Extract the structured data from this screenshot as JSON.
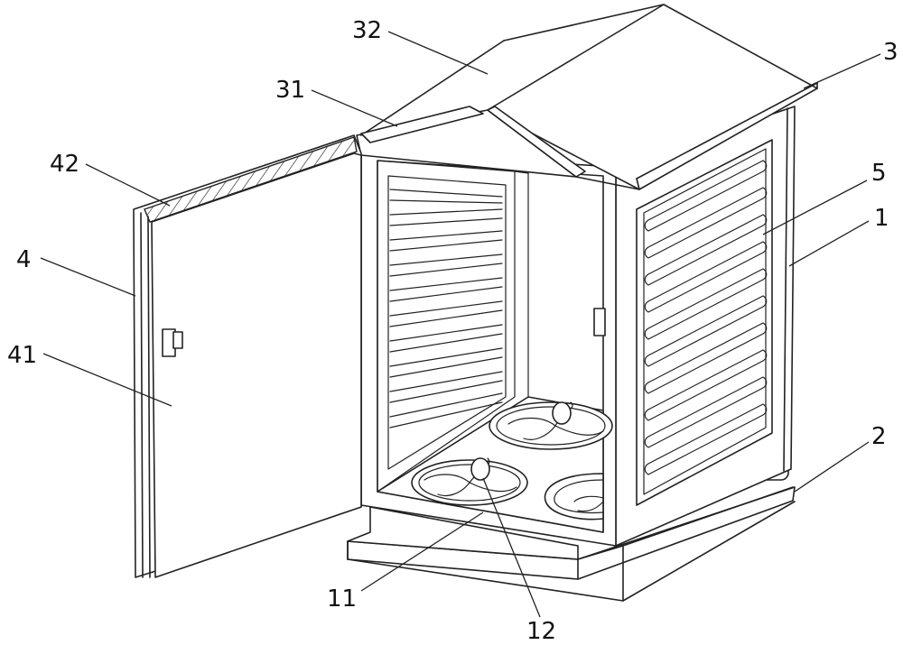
{
  "figure": {
    "labels": {
      "l32": "32",
      "l3": "3",
      "l31": "31",
      "l42": "42",
      "l5": "5",
      "l1": "1",
      "l4": "4",
      "l41": "41",
      "l2": "2",
      "l11": "11",
      "l12": "12"
    }
  }
}
